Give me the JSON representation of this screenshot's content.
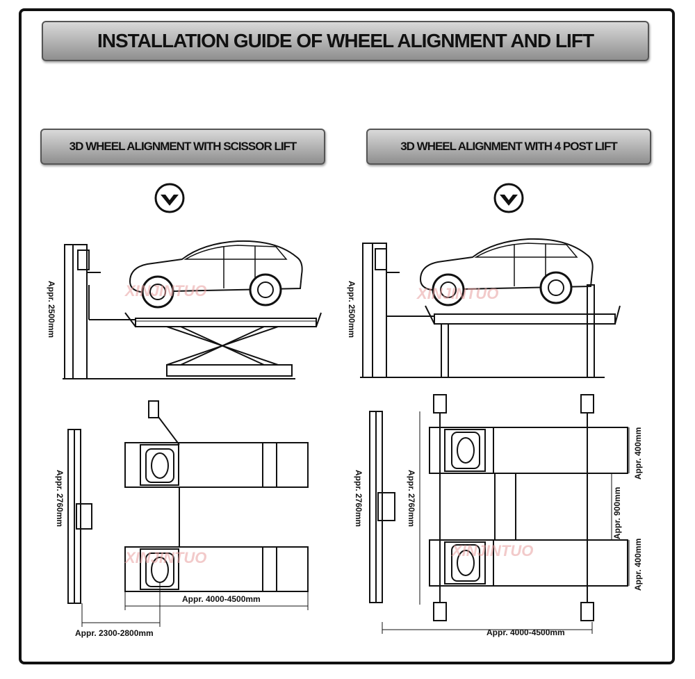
{
  "title": "INSTALLATION GUIDE OF WHEEL ALIGNMENT AND LIFT",
  "left": {
    "heading": "3D WHEEL ALIGNMENT WITH SCISSOR LIFT",
    "height_dim": "Appr. 2500mm",
    "width_dim": "Appr. 2760mm",
    "length_dim": "Appr. 4000-4500mm",
    "distance_dim": "Appr. 2300-2800mm"
  },
  "right": {
    "heading": "3D WHEEL ALIGNMENT WITH 4 POST LIFT",
    "height_dim": "Appr. 2500mm",
    "outer_width_dim": "Appr. 2760mm",
    "inner_width_dim": "Appr. 2760mm",
    "runway_top_dim": "Appr. 400mm",
    "gap_dim": "Appr. 900mm",
    "runway_bottom_dim": "Appr. 400mm",
    "length_dim": "Appr. 4000-4500mm"
  },
  "watermark": "XINJINTUO",
  "colors": {
    "banner_top": "#d9d9d9",
    "banner_bottom": "#8f8f8f",
    "watermark": "#e8a0a0",
    "line": "#111111"
  }
}
